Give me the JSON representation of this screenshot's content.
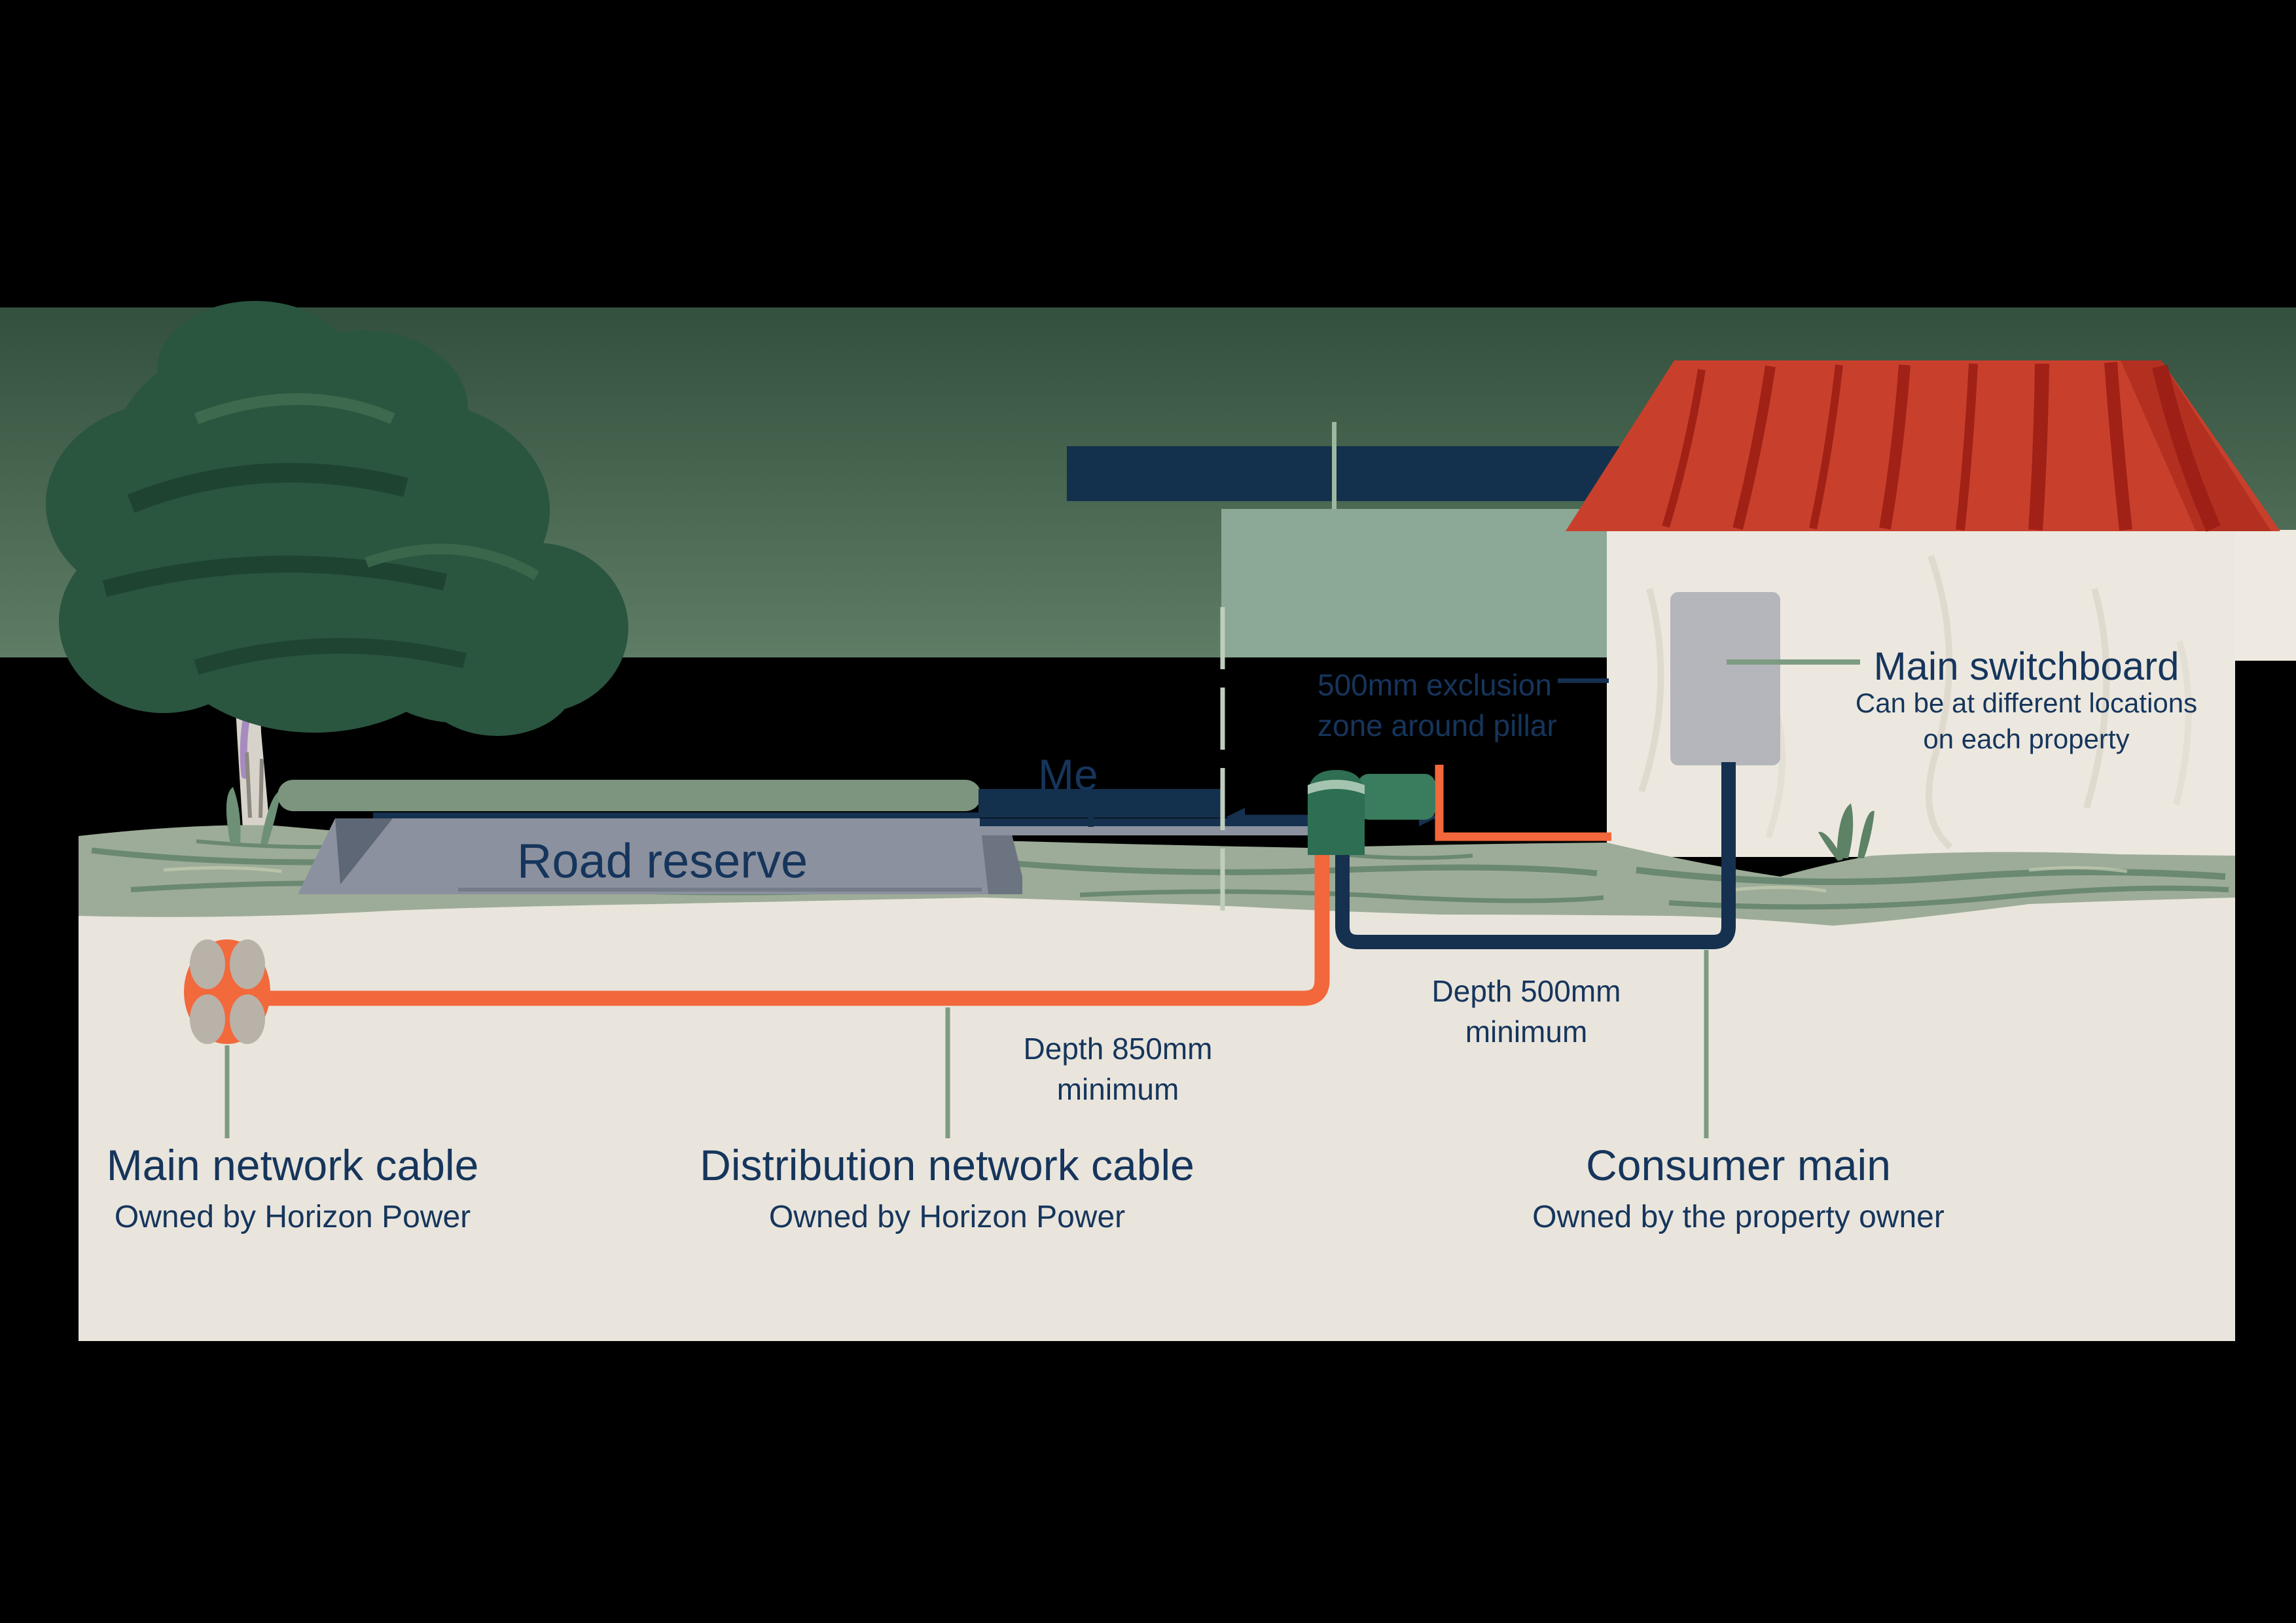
{
  "diagram": {
    "type": "underground-power-network-cross-section",
    "road_reserve_label": "Road reserve",
    "exclusion": {
      "line1": "500mm exclusion",
      "line2": "zone around pillar"
    },
    "depth_500": {
      "line1": "Depth 500mm",
      "line2": "minimum"
    },
    "depth_850": {
      "line1": "Depth 850mm",
      "line2": "minimum"
    },
    "switchboard": {
      "title": "Main switchboard",
      "desc_line1": "Can be at different locations",
      "desc_line2": "on each property"
    },
    "main_network": {
      "title": "Main network cable",
      "subtitle": "Owned by Horizon Power"
    },
    "distribution": {
      "title": "Distribution network cable",
      "subtitle": "Owned by Horizon Power"
    },
    "consumer": {
      "title": "Consumer main",
      "subtitle": "Owned by the property owner"
    },
    "obscured_label_fragment": "Me"
  },
  "colors": {
    "navy_text": "#16355c",
    "navy_line": "#15314f",
    "orange_cable": "#f2673b",
    "sage_leader": "#7d9b81",
    "sage_zone": "#8ca896",
    "boundary_dash": "#bfcdbd",
    "road_gray": "#8b919e",
    "underground_cream": "#e9e5dc",
    "house_wall": "#ece8df",
    "roof_red": "#c8402c",
    "grass_green": "#9dac98",
    "pillar_green": "#2e6e53",
    "switchboard_gray": "#b4b6bb",
    "tree_canopy": "#2a553f",
    "backdrop_top": "#33503e",
    "backdrop_bottom": "#5f7d66",
    "background": "#000000"
  }
}
